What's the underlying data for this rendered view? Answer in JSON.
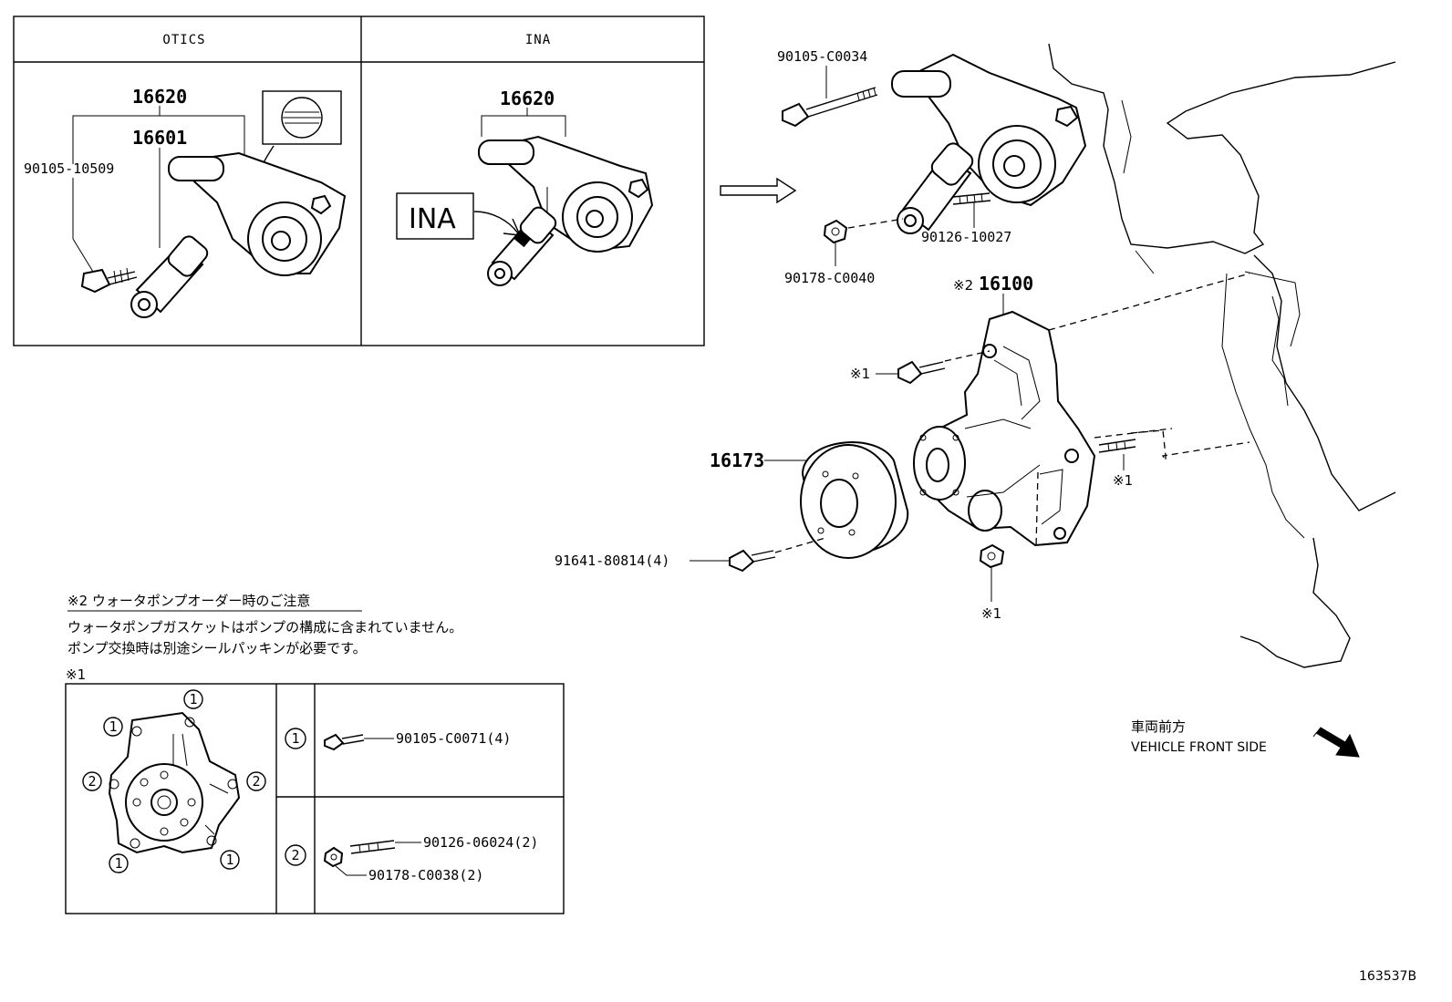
{
  "variants": {
    "left_header": "OTICS",
    "right_header": "INA",
    "otics_labels": {
      "tensioner": "16620",
      "damper": "16601",
      "bolt": "90105-10509"
    },
    "ina_labels": {
      "tensioner": "16620",
      "brand_box": "INA"
    }
  },
  "main_labels": {
    "bolt_top": "90105-C0034",
    "stud_top": "90126-10027",
    "nut_top": "90178-C0040",
    "water_pump": "16100",
    "water_pump_mark": "※2",
    "pulley": "16173",
    "pulley_bolt": "91641-80814(4)",
    "mark1_a": "※1",
    "mark1_b": "※1",
    "mark1_c": "※1"
  },
  "note": {
    "title": "※2 ウォータポンプオーダー時のご注意",
    "line1": "ウォータポンプガスケットはポンプの構成に含まれていません。",
    "line2": "ポンプ交換時は別途シールパッキンが必要です。"
  },
  "fastener_table": {
    "mark": "※1",
    "row1_num": "1",
    "row1_part": "90105-C0071(4)",
    "row2_num": "2",
    "row2_stud": "90126-06024(2)",
    "row2_nut": "90178-C0038(2)",
    "callouts": [
      "1",
      "1",
      "2",
      "2",
      "1",
      "1"
    ]
  },
  "direction": {
    "jp": "車両前方",
    "en": "VEHICLE FRONT SIDE"
  },
  "diagram_id": "163537B"
}
